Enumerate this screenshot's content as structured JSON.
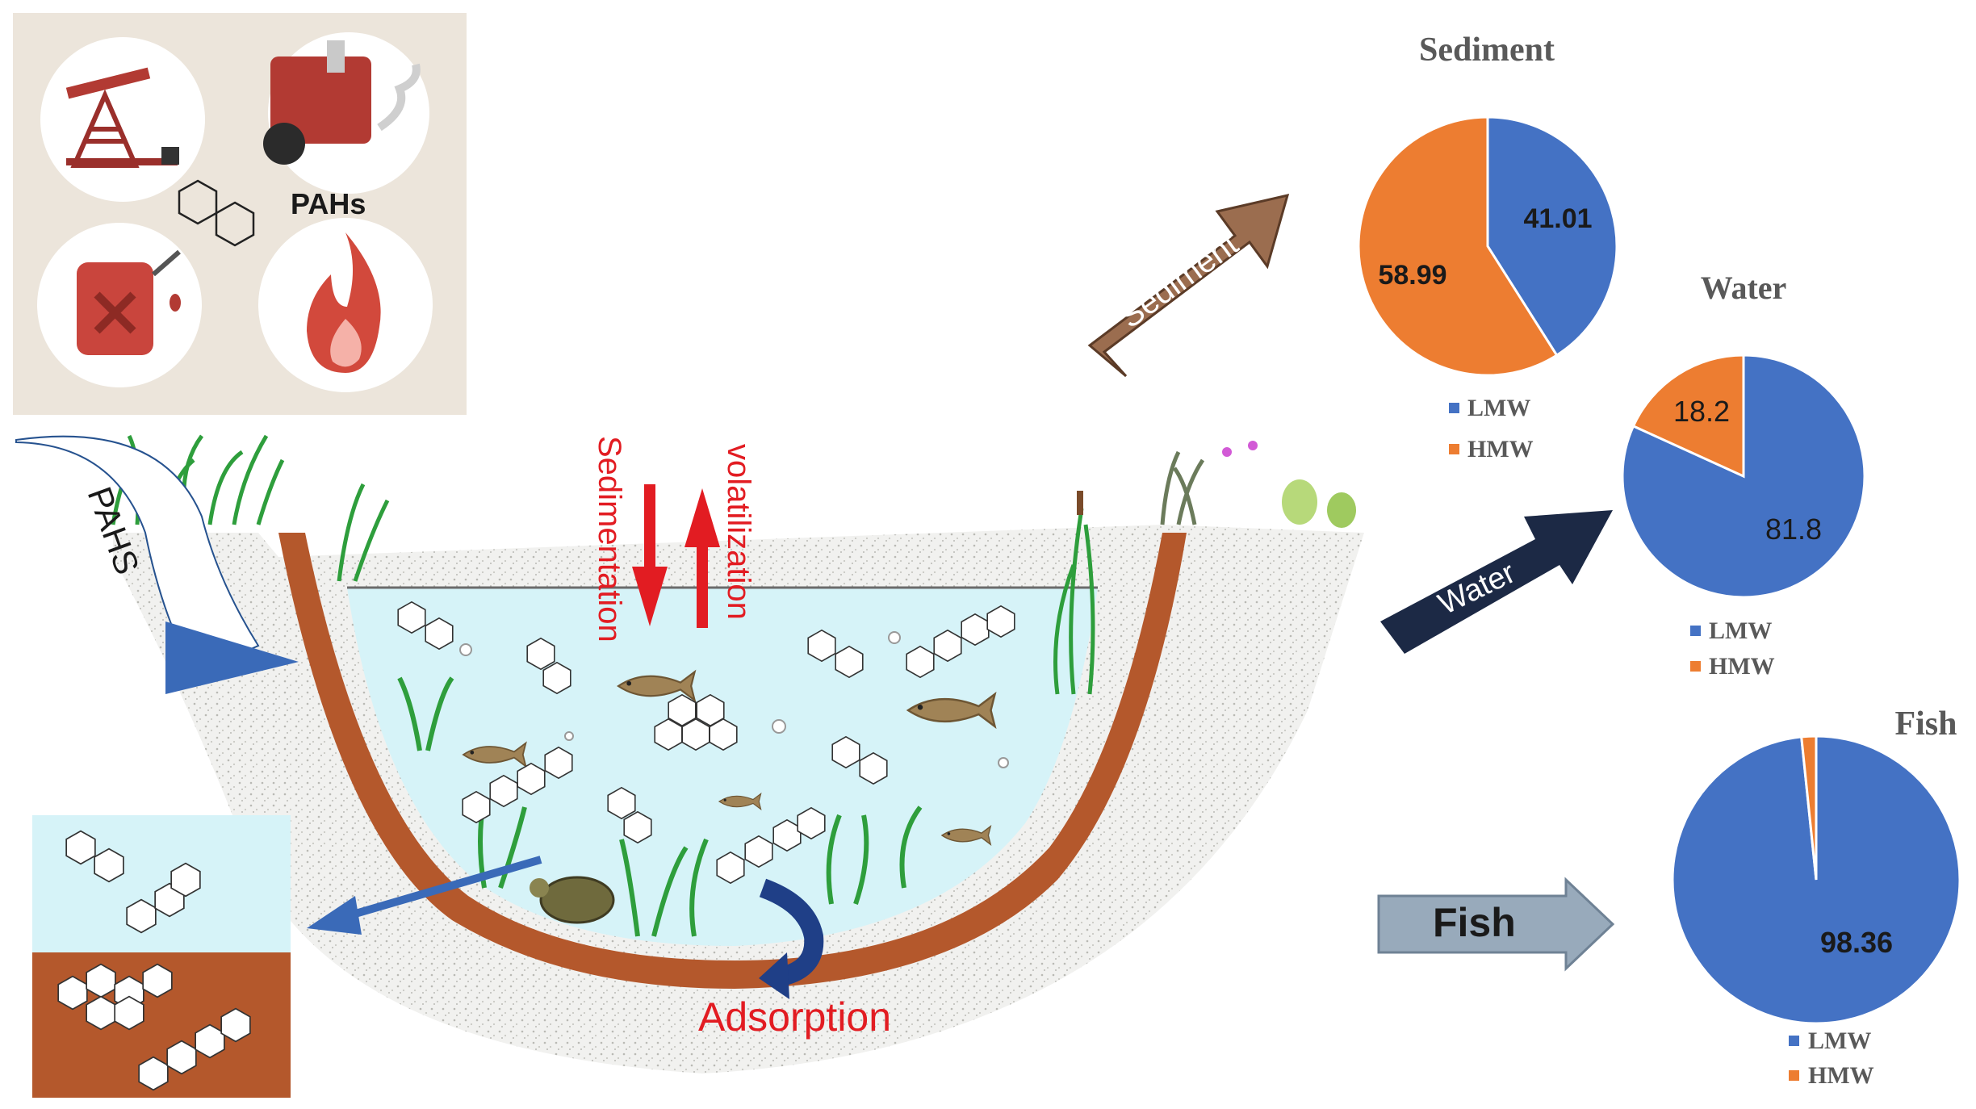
{
  "sources_panel": {
    "label": "PAHs",
    "icons": [
      "oil-pump-icon",
      "vehicle-exhaust-icon",
      "fuel-can-icon",
      "fire-icon"
    ]
  },
  "pond": {
    "inflow_label": "PAHS",
    "sedimentation_label": "Sedimentation",
    "volatilization_label": "volatilization",
    "adsorption_label": "Adsorption"
  },
  "flow_arrows": {
    "sediment": "Sediment",
    "water": "Water",
    "fish": "Fish"
  },
  "colors": {
    "lmw": "#4472C4",
    "hmw": "#ED7D31",
    "process_red": "#e21c22",
    "water": "#d6f3f8",
    "soil": "#b4582c"
  },
  "chart_data": [
    {
      "type": "pie",
      "title": "Sediment",
      "categories": [
        "LMW",
        "HMW"
      ],
      "values": [
        41.01,
        58.99
      ],
      "legend": [
        "LMW",
        "HMW"
      ],
      "legend_position": "bottom"
    },
    {
      "type": "pie",
      "title": "Water",
      "categories": [
        "LMW",
        "HMW"
      ],
      "values": [
        81.8,
        18.2
      ],
      "legend": [
        "LMW",
        "HMW"
      ],
      "legend_position": "bottom"
    },
    {
      "type": "pie",
      "title": "Fish",
      "categories": [
        "LMW",
        "HMW"
      ],
      "values": [
        98.36,
        1.64
      ],
      "data_labels": [
        "98.36",
        ""
      ],
      "legend": [
        "LMW",
        "HMW"
      ],
      "legend_position": "bottom"
    }
  ]
}
